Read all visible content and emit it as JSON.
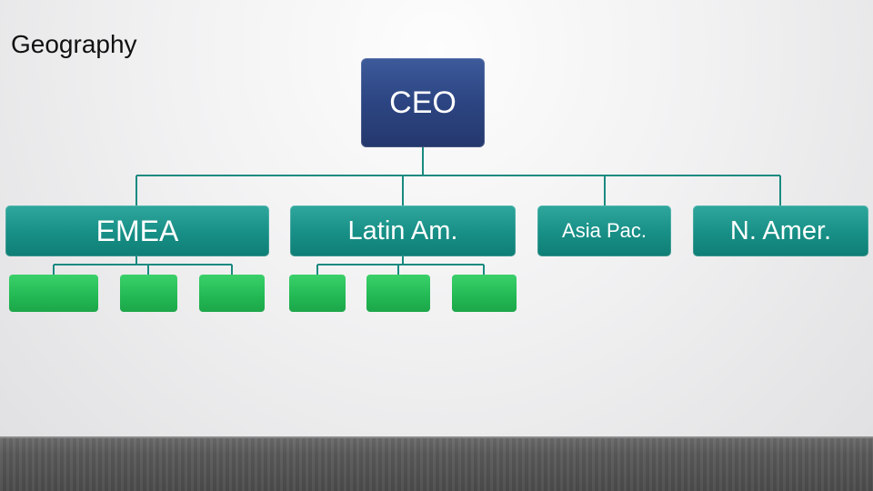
{
  "slide": {
    "title": "Geography"
  },
  "org_chart": {
    "root": {
      "label": "CEO"
    },
    "regions": [
      {
        "label": "EMEA",
        "children": 3
      },
      {
        "label": "Latin Am.",
        "children": 3
      },
      {
        "label": "Asia Pac.",
        "children": 0
      },
      {
        "label": "N. Amer.",
        "children": 0
      }
    ]
  },
  "colors": {
    "root_box": "#2c4582",
    "region_box": "#178f86",
    "leaf_box": "#22b853",
    "connector": "#1a8a80"
  }
}
